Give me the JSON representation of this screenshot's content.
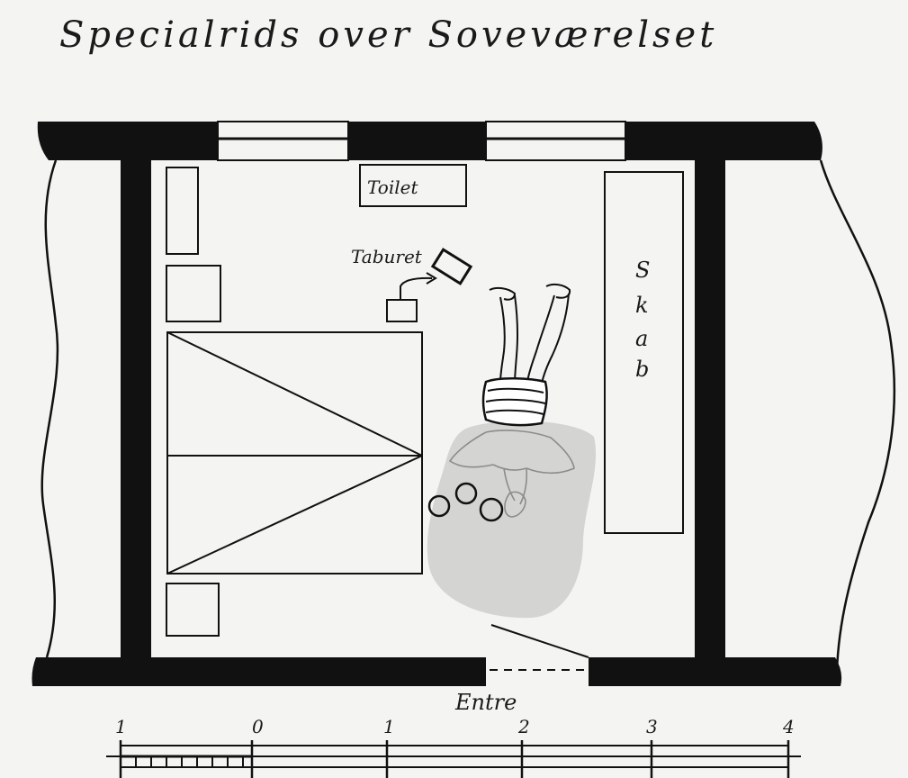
{
  "title": "Specialrids over Soveværelset",
  "labels": {
    "toilet": "Toilet",
    "taburet": "Taburet",
    "skab": [
      "S",
      "k",
      "a",
      "b"
    ],
    "entre": "Entre"
  },
  "scale": {
    "ticks": [
      "1",
      "0",
      "1",
      "2",
      "3",
      "4"
    ]
  },
  "colors": {
    "ink": "#111111",
    "paper": "#f4f4f2",
    "body_shade": "#d4d4d2"
  }
}
